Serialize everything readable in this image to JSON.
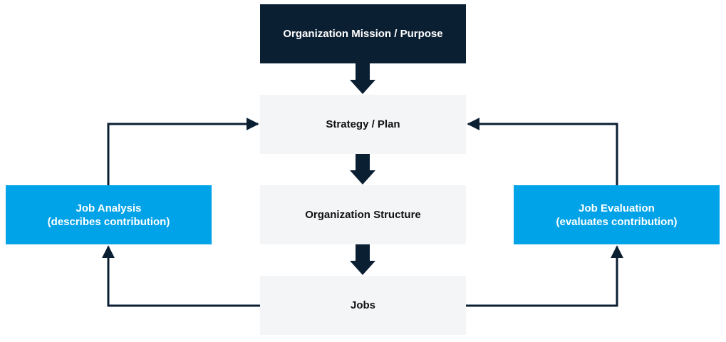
{
  "diagram": {
    "mission": {
      "label": "Organization Mission / Purpose"
    },
    "strategy": {
      "label": "Strategy / Plan"
    },
    "structure": {
      "label": "Organization Structure"
    },
    "jobs": {
      "label": "Jobs"
    },
    "job_analysis": {
      "title": "Job Analysis",
      "subtitle": "(describes contribution)"
    },
    "job_evaluation": {
      "title": "Job Evaluation",
      "subtitle": "(evaluates contribution)"
    }
  },
  "colors": {
    "dark_navy": "#0b1f33",
    "light_gray": "#f4f5f7",
    "bright_blue": "#00a2e8",
    "connector": "#0b1f33"
  }
}
